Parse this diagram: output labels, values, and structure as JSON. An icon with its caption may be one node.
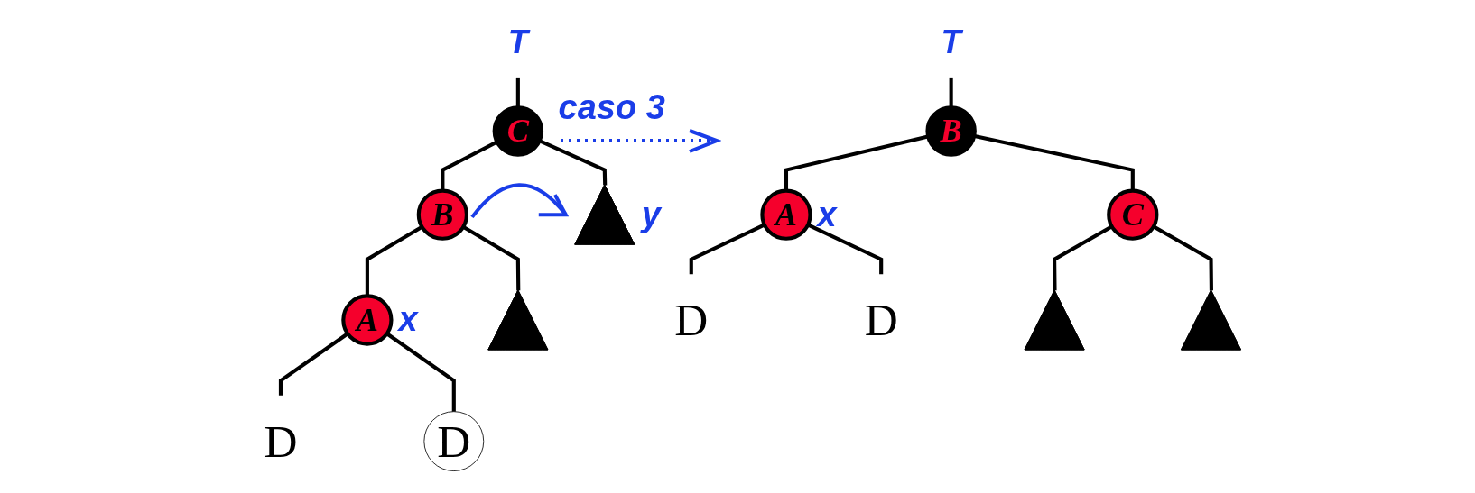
{
  "diagram": {
    "nodes": [
      {
        "text": [
          "T"
        ]
      },
      {
        "text": [
          "C"
        ]
      },
      {
        "text": [
          "B"
        ]
      },
      {
        "text": [],
        "shape": "triangle",
        "beside": [
          "y"
        ]
      },
      {
        "text": [
          "A"
        ],
        "beside": [
          "x"
        ]
      },
      {
        "text": [],
        "shape": "triangle"
      },
      {
        "text": [
          "D"
        ]
      },
      {
        "text": [
          "D"
        ]
      },
      {
        "text": [
          "T"
        ]
      },
      {
        "text": [
          "B"
        ]
      },
      {
        "text": [
          "A"
        ],
        "beside": [
          "x"
        ]
      },
      {
        "text": [
          "C"
        ]
      },
      {
        "text": [
          "D"
        ]
      },
      {
        "text": [
          "D"
        ]
      },
      {
        "text": [],
        "shape": "triangle"
      },
      {
        "text": [],
        "shape": "triangle"
      }
    ],
    "edges": [
      {
        "from": 0,
        "to": 1,
        "arrow": "none"
      },
      {
        "from": 1,
        "to": 2,
        "arrow": "none"
      },
      {
        "from": 1,
        "to": 3,
        "arrow": "none"
      },
      {
        "from": 2,
        "to": 4,
        "arrow": "none"
      },
      {
        "from": 2,
        "to": 5,
        "arrow": "none"
      },
      {
        "from": 4,
        "to": 6,
        "arrow": "none"
      },
      {
        "from": 4,
        "to": 7,
        "arrow": "none"
      },
      {
        "from": 8,
        "to": 9,
        "arrow": "none"
      },
      {
        "from": 9,
        "to": 10,
        "arrow": "none"
      },
      {
        "from": 9,
        "to": 11,
        "arrow": "none"
      },
      {
        "from": 10,
        "to": 12,
        "arrow": "none"
      },
      {
        "from": 10,
        "to": 13,
        "arrow": "none"
      },
      {
        "from": 11,
        "to": 14,
        "arrow": "none"
      },
      {
        "from": 11,
        "to": 15,
        "arrow": "none"
      }
    ],
    "labels": [
      "caso 3"
    ]
  }
}
